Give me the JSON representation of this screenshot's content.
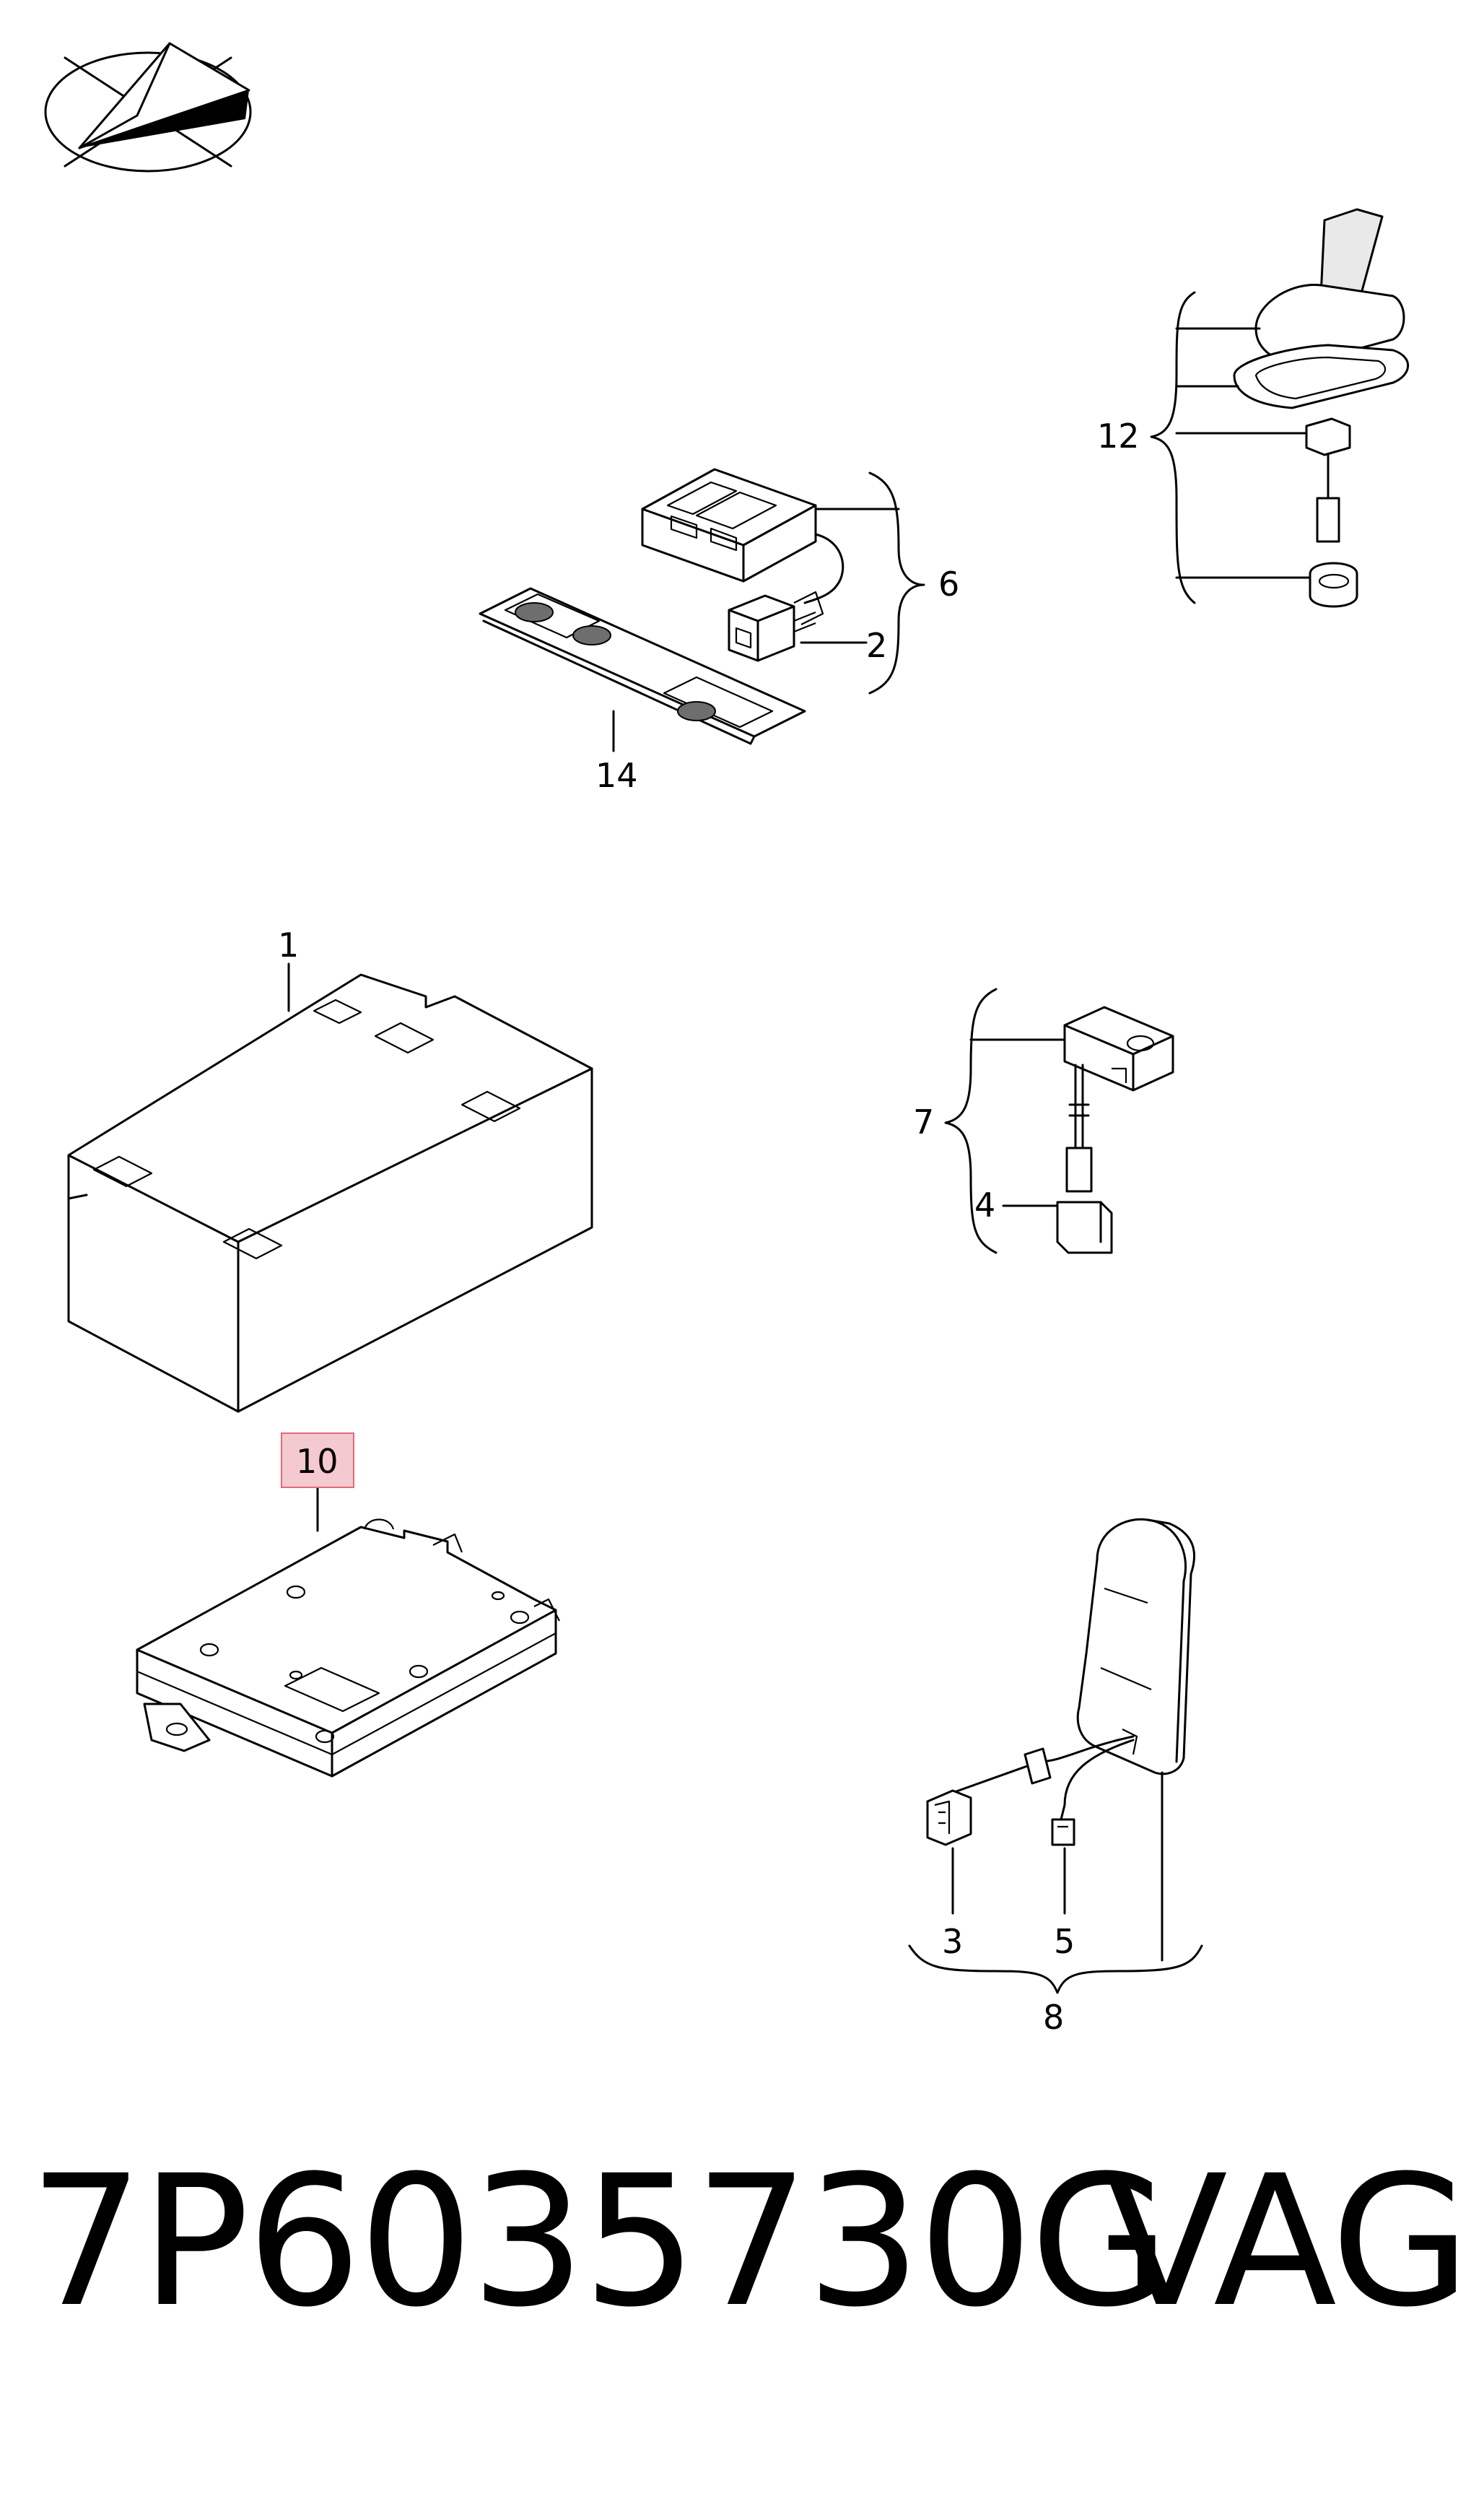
{
  "labels": {
    "l1": "1",
    "l2": "2",
    "l3": "3",
    "l4": "4",
    "l5": "5",
    "l6": "6",
    "l7": "7",
    "l8": "8",
    "l10": "10",
    "l12": "12",
    "l14": "14"
  },
  "highlighted_label": "10",
  "highlight_color": "#f4c9cf",
  "highlight_border": "#e06a78",
  "part_number": "7P6035730G",
  "brand": "VAG",
  "logo_icon": "paper-plane-logo-icon"
}
